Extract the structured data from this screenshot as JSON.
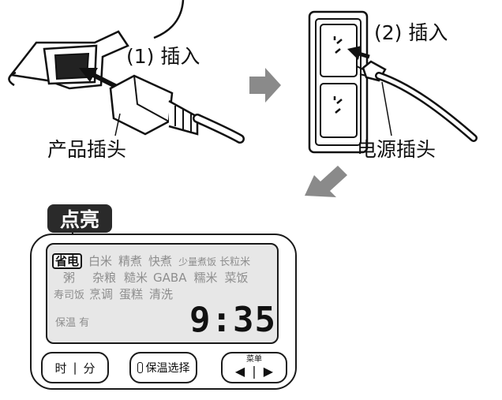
{
  "top": {
    "step1": "(1) 插入",
    "step2": "(2) 插入",
    "product_plug": "产品插头",
    "power_plug": "电源插头"
  },
  "badge": "点亮",
  "display": {
    "rows": [
      [
        "省电",
        "白米",
        "精煮",
        "快煮",
        "少量煮饭",
        "长粒米"
      ],
      [
        "粥",
        "杂粮",
        "糙米",
        "GABA",
        "糯米",
        "菜饭"
      ],
      [
        "寿司饭",
        "烹调",
        "蛋糕",
        "清洗"
      ]
    ],
    "active_item": "省电",
    "keep_warm": "保温 有",
    "time": "9:35"
  },
  "buttons": {
    "time_hour": "时",
    "time_sep": "|",
    "time_minute": "分",
    "keep_warm_select": "保温选择",
    "menu_label": "菜单",
    "prev_arrow": "◀",
    "next_arrow": "▶",
    "menu_sep": "|"
  },
  "colors": {
    "lcd_bg": "#e7e7e7",
    "arrow_gray": "#8a8a8a",
    "badge_bg": "#2a2a2a"
  }
}
